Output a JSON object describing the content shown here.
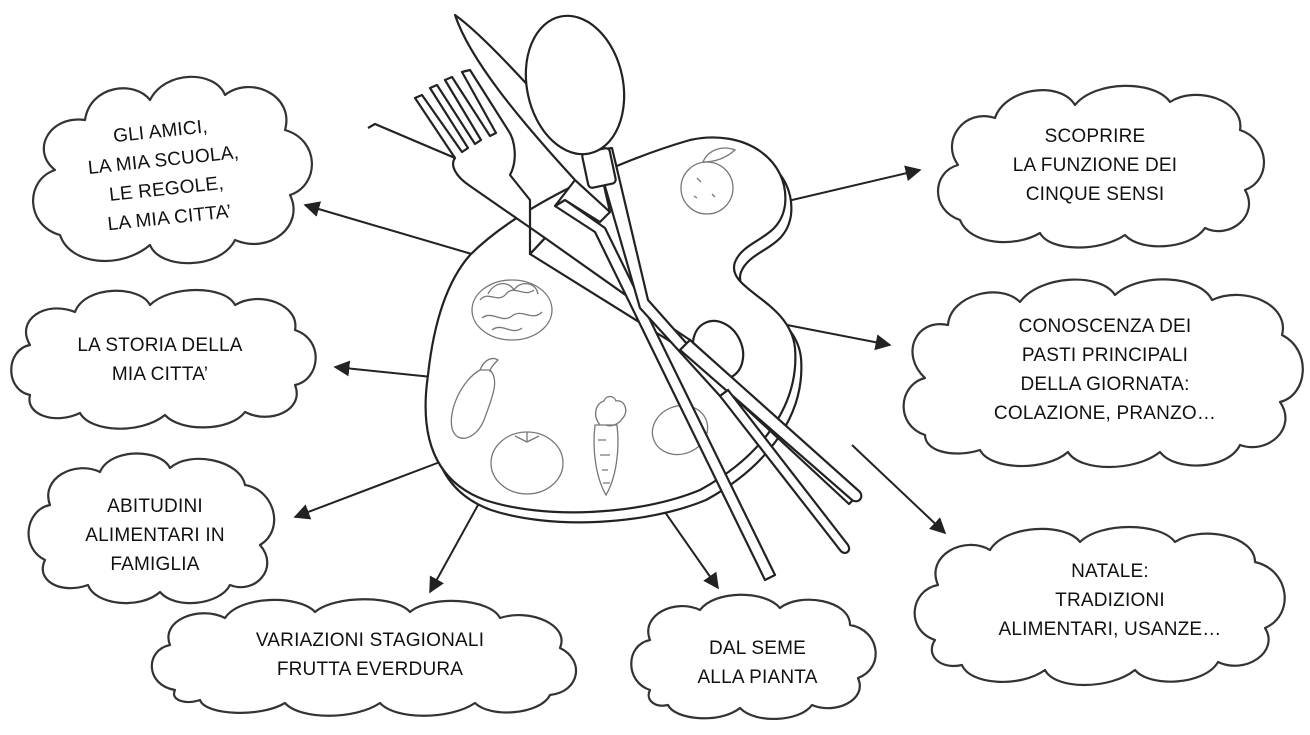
{
  "diagram": {
    "center_icon": "palette-with-cutlery-and-vegetables",
    "clouds": [
      {
        "id": "amici",
        "lines": [
          "GLI AMICI,",
          "LA MIA SCUOLA,",
          "LE REGOLE,",
          "LA MIA CITTA’"
        ]
      },
      {
        "id": "storia",
        "lines": [
          "LA STORIA DELLA",
          "MIA CITTA’"
        ]
      },
      {
        "id": "abitud",
        "lines": [
          "ABITUDINI",
          "ALIMENTARI IN",
          "FAMIGLIA"
        ]
      },
      {
        "id": "variaz",
        "lines": [
          "VARIAZIONI STAGIONALI",
          "FRUTTA EVERDURA"
        ]
      },
      {
        "id": "seme",
        "lines": [
          "DAL SEME",
          "ALLA PIANTA"
        ]
      },
      {
        "id": "natale",
        "lines": [
          "NATALE:",
          "TRADIZIONI",
          "ALIMENTARI, USANZE…"
        ]
      },
      {
        "id": "conosc",
        "lines": [
          "CONOSCENZA DEI",
          "PASTI PRINCIPALI",
          "DELLA GIORNATA:",
          "COLAZIONE, PRANZO…"
        ]
      },
      {
        "id": "scoprire",
        "lines": [
          "SCOPRIRE",
          "LA FUNZIONE DEI",
          "CINQUE SENSI"
        ]
      }
    ]
  }
}
